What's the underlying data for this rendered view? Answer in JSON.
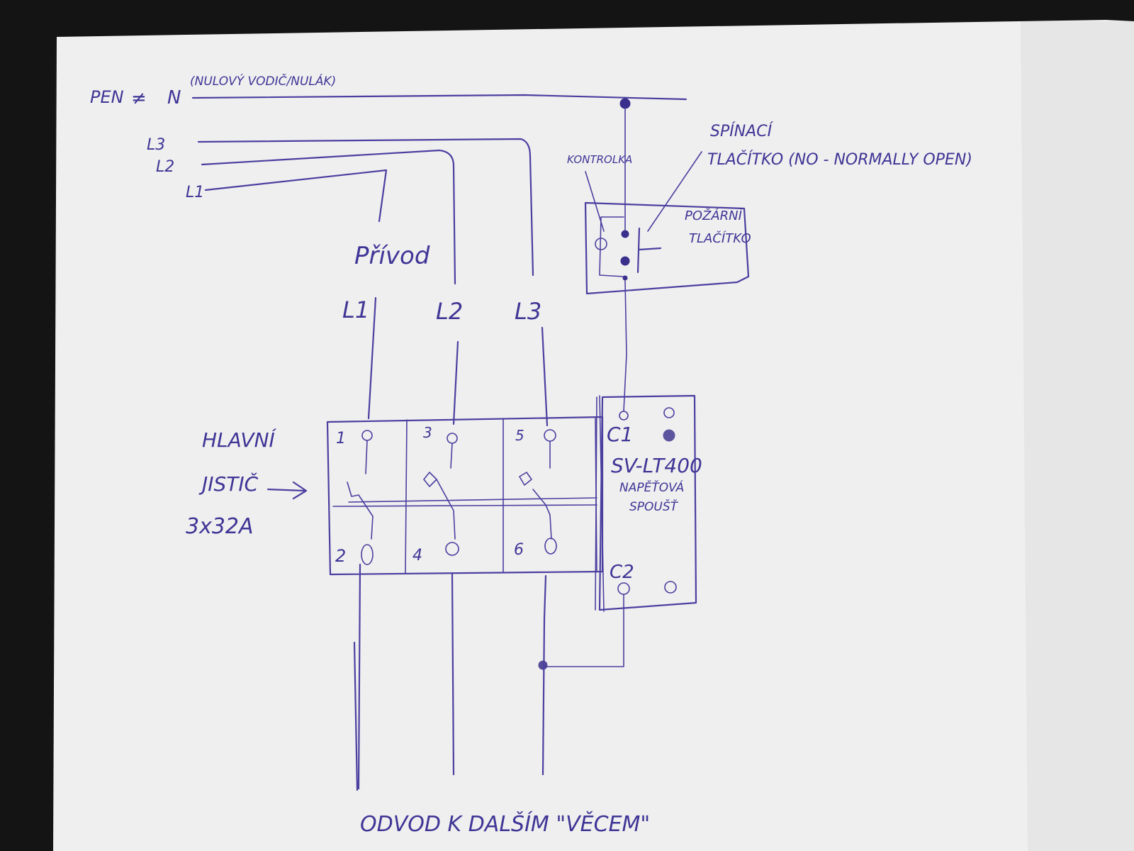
{
  "colors": {
    "paper": "#efefef",
    "ink": "#4b3fa0",
    "background": "#141414"
  },
  "supply": {
    "neutral_label": "PEN",
    "neutral_letter": "N",
    "neutral_note": "(NULOVÝ VODIČ/NULÁK)",
    "phase_top_labels": [
      "L3",
      "L2",
      "L1"
    ],
    "privod_label": "Přívod",
    "phase_labels": [
      "L1",
      "L2",
      "L3"
    ]
  },
  "breaker": {
    "title": "HLAVNÍ",
    "title2": "JISTIČ",
    "rating": "3x32A",
    "arrow_icon": "arrow-right-icon",
    "top_terminals": [
      "1",
      "3",
      "5"
    ],
    "bottom_terminals": [
      "2",
      "4",
      "6"
    ]
  },
  "trip_unit": {
    "c1": "C1",
    "model": "SV-LT400",
    "desc1": "NAPĚŤOVÁ",
    "desc2": "SPOUŠŤ",
    "c2": "C2"
  },
  "fire_button": {
    "label1": "POŽÁRNÍ",
    "label2": "TLAČÍTKO",
    "kontrolka": "KONTROLKA",
    "spinaci": "SPÍNACÍ",
    "spinaci2": "TLAČÍTKO (NO - NORMALLY OPEN)"
  },
  "footer": {
    "outgoing": "ODVOD K DALŠÍM \"VĚCEM\""
  }
}
